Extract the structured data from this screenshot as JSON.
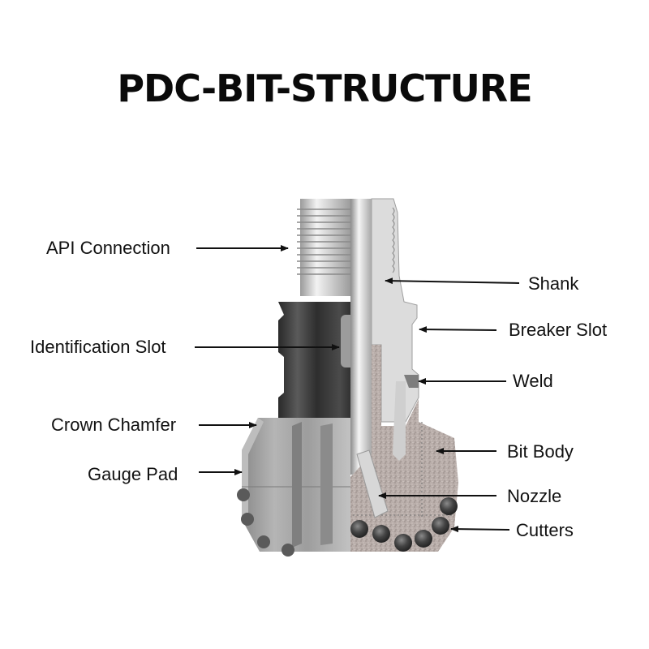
{
  "title": "PDC-BIT-STRUCTURE",
  "labels": {
    "left": [
      {
        "id": "api-connection",
        "text": "API Connection"
      },
      {
        "id": "identification-slot",
        "text": "Identification Slot"
      },
      {
        "id": "crown-chamfer",
        "text": "Crown Chamfer"
      },
      {
        "id": "gauge-pad",
        "text": "Gauge Pad"
      }
    ],
    "right": [
      {
        "id": "shank",
        "text": "Shank"
      },
      {
        "id": "breaker-slot",
        "text": "Breaker Slot"
      },
      {
        "id": "weld",
        "text": "Weld"
      },
      {
        "id": "bit-body",
        "text": "Bit Body"
      },
      {
        "id": "nozzle",
        "text": "Nozzle"
      },
      {
        "id": "cutters",
        "text": "Cutters"
      }
    ]
  },
  "colors": {
    "steel_light": "#d9d9d9",
    "steel_dark": "#3a3a3a",
    "matrix": "#b7aba7",
    "cutter": "#3b3b3b",
    "arrow": "#111111"
  }
}
